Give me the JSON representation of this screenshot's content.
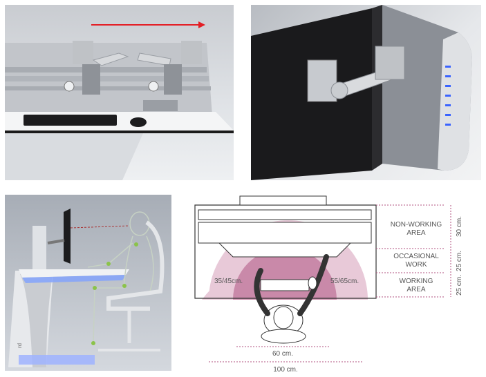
{
  "zones": {
    "non_working": "NON-WORKING AREA",
    "occasional": "OCCASIONAL WORK",
    "working": "WORKING AREA"
  },
  "dimensions": {
    "d30": "30 cm.",
    "d25a": "25 cm.",
    "d25b": "25 cm.",
    "reach_left": "35/45cm.",
    "reach_right": "55/65cm.",
    "w60": "60 cm.",
    "w100": "100 cm."
  },
  "brand": "rd",
  "colors": {
    "accent_arrow": "#e31e24",
    "zone_pink": "#b0507f",
    "zone_light": "#e8c9d8",
    "zone_mid": "#c989a9",
    "led_blue": "#3a63ff"
  }
}
